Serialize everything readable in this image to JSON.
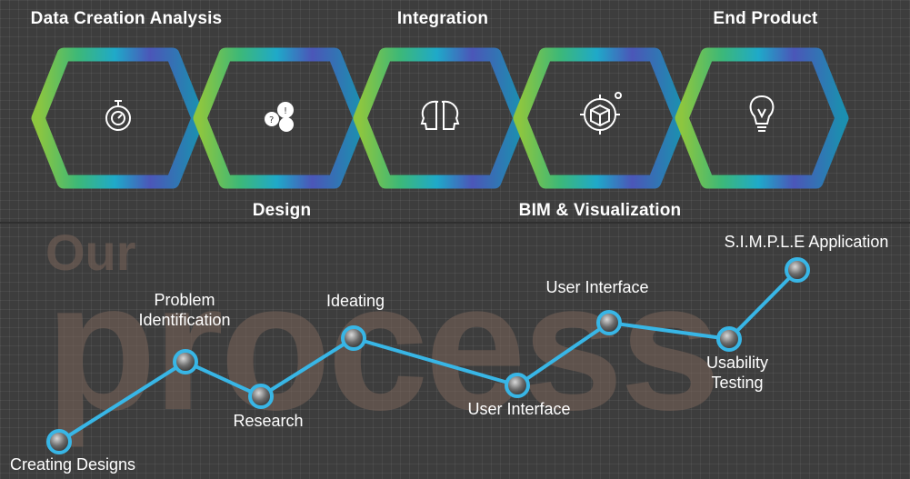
{
  "stages": [
    {
      "label": "Data Creation Analysis",
      "icon": "stopwatch-icon"
    },
    {
      "label": "Design",
      "icon": "idea-bubbles-icon"
    },
    {
      "label": "Integration",
      "icon": "two-heads-icon"
    },
    {
      "label": "BIM & Visualization",
      "icon": "3d-cube-icon"
    },
    {
      "label": "End Product",
      "icon": "lightbulb-icon"
    }
  ],
  "background_text": {
    "line1": "Our",
    "line2": "process"
  },
  "process_steps": [
    {
      "label": "Creating Designs"
    },
    {
      "label": "Problem\nIdentification"
    },
    {
      "label": "Research"
    },
    {
      "label": "Ideating"
    },
    {
      "label": "User Interface"
    },
    {
      "label": "User Interface"
    },
    {
      "label": "Usability\nTesting"
    },
    {
      "label": "S.I.M.P.L.E Application"
    }
  ],
  "colors": {
    "stage_gradient": [
      "#8dc63f",
      "#3cb878",
      "#1fa9c9",
      "#4b56b8",
      "#1c8fb0"
    ],
    "line": "#38b6e6",
    "node_fill": "#4a4a4a"
  }
}
